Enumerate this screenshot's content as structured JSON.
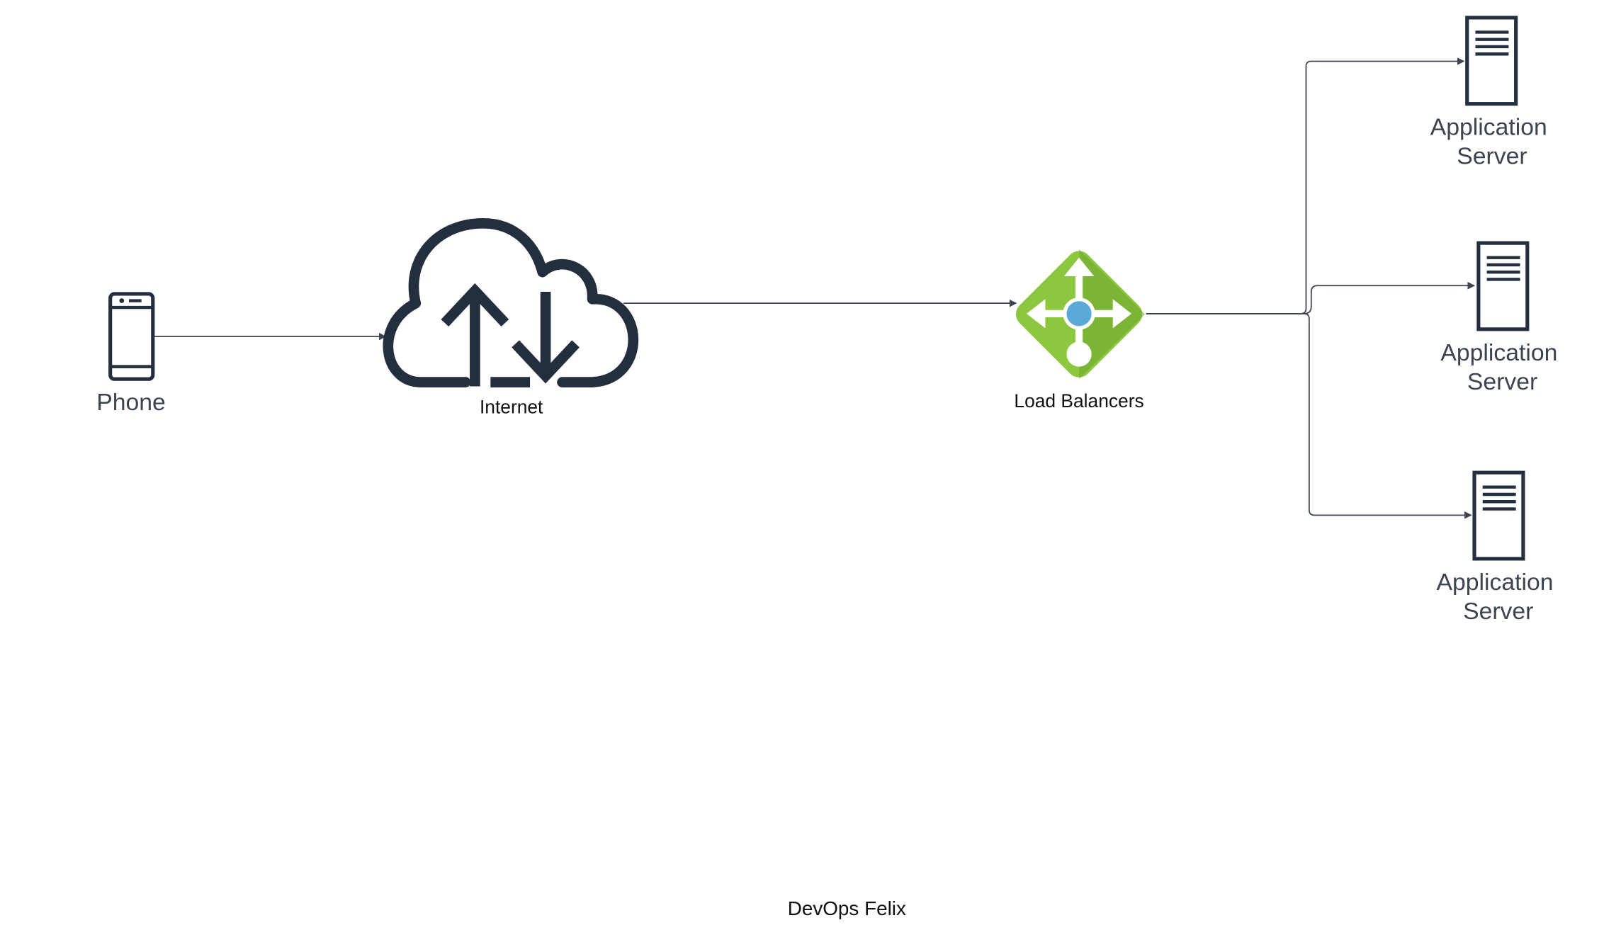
{
  "diagram": {
    "footer": "DevOps Felix",
    "colors": {
      "background": "#ffffff",
      "icon_dark": "#232f3e",
      "connector": "#3d4450",
      "label_gray": "#3d4450",
      "label_black": "#111111",
      "lb_green_light": "#8dc63f",
      "lb_green_dark": "#6fa52f",
      "lb_center_blue": "#5aa9d8"
    },
    "nodes": {
      "phone": {
        "label": "Phone",
        "icon": "mobile-phone-icon"
      },
      "internet": {
        "label": "Internet",
        "icon": "cloud-upload-download-icon"
      },
      "load_balancer": {
        "label": "Load Balancers",
        "icon": "load-balancer-icon"
      },
      "servers": [
        {
          "label_line1": "Application",
          "label_line2": "Server",
          "icon": "server-icon"
        },
        {
          "label_line1": "Application",
          "label_line2": "Server",
          "icon": "server-icon"
        },
        {
          "label_line1": "Application",
          "label_line2": "Server",
          "icon": "server-icon"
        }
      ]
    },
    "edges": [
      {
        "from": "Phone",
        "to": "Internet"
      },
      {
        "from": "Internet",
        "to": "Load Balancers"
      },
      {
        "from": "Load Balancers",
        "to": "Application Server 1"
      },
      {
        "from": "Load Balancers",
        "to": "Application Server 2"
      },
      {
        "from": "Load Balancers",
        "to": "Application Server 3"
      }
    ]
  }
}
